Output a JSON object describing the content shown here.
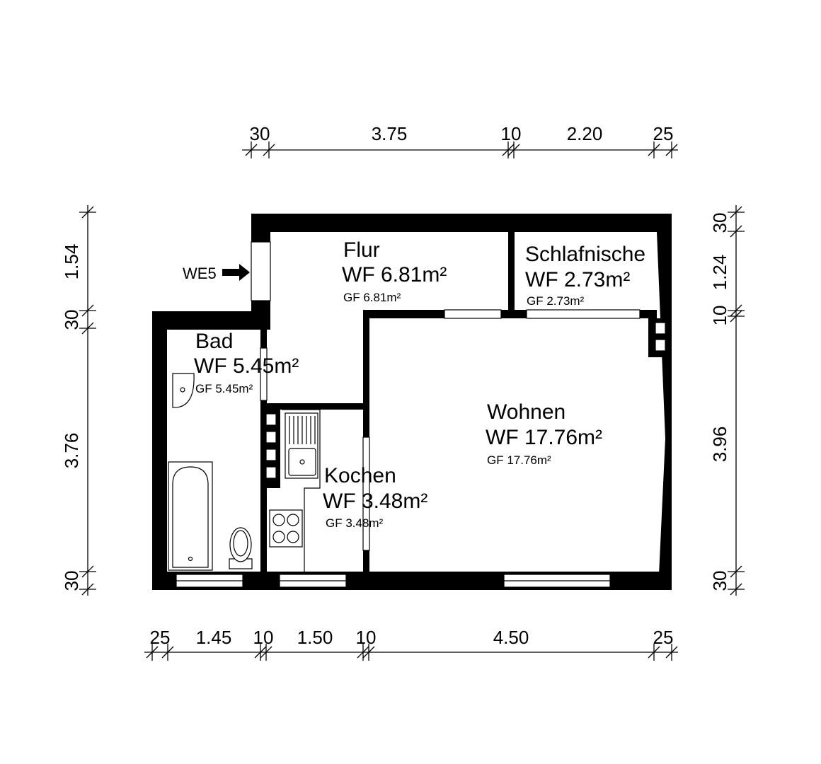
{
  "plan": {
    "entrance_label": "WE5",
    "colors": {
      "wall": "#000000",
      "background": "#ffffff"
    }
  },
  "rooms": {
    "flur": {
      "name": "Flur",
      "wf": "WF 6.81m²",
      "gf": "GF 6.81m²"
    },
    "schlafnische": {
      "name": "Schlafnische",
      "wf": "WF 2.73m²",
      "gf": "GF 2.73m²"
    },
    "bad": {
      "name": "Bad",
      "wf": "WF 5.45m²",
      "gf": "GF 5.45m²"
    },
    "wohnen": {
      "name": "Wohnen",
      "wf": "WF 17.76m²",
      "gf": "GF 17.76m²"
    },
    "kochen": {
      "name": "Kochen",
      "wf": "WF 3.48m²",
      "gf": "GF 3.48m²"
    }
  },
  "dimensions": {
    "top": [
      "30",
      "3.75",
      "10",
      "2.20",
      "25"
    ],
    "bottom": [
      "25",
      "1.45",
      "10",
      "1.50",
      "10",
      "4.50",
      "25"
    ],
    "left": [
      "1.54",
      "30",
      "3.76",
      "30"
    ],
    "right": [
      "30",
      "1.24",
      "10",
      "3.96",
      "30"
    ]
  }
}
